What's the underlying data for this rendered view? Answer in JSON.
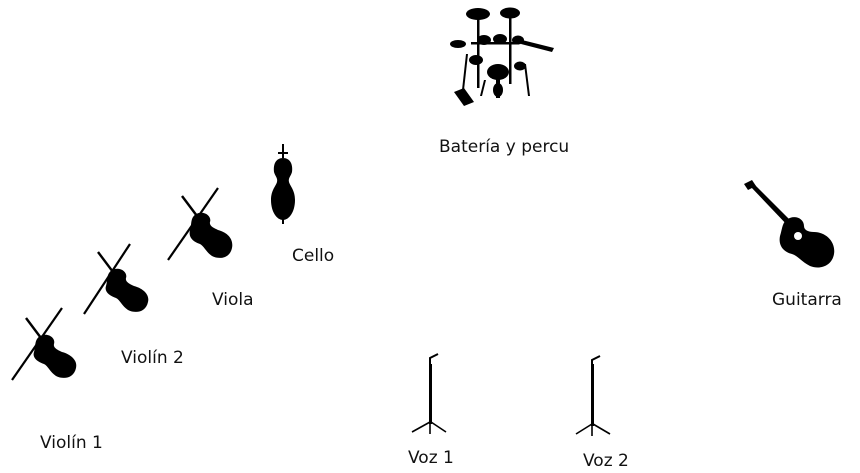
{
  "stage_plot": {
    "instruments": [
      {
        "id": "drums",
        "label": "Batería y percu",
        "icon": "drum-kit-icon"
      },
      {
        "id": "cello",
        "label": "Cello",
        "icon": "cello-icon"
      },
      {
        "id": "viola",
        "label": "Viola",
        "icon": "viola-icon"
      },
      {
        "id": "violin2",
        "label": "Violín 2",
        "icon": "violin-icon"
      },
      {
        "id": "violin1",
        "label": "Violín 1",
        "icon": "violin-icon"
      },
      {
        "id": "guitar",
        "label": "Guitarra",
        "icon": "acoustic-guitar-icon"
      },
      {
        "id": "voz1",
        "label": "Voz 1",
        "icon": "mic-stand-icon"
      },
      {
        "id": "voz2",
        "label": "Voz 2",
        "icon": "mic-stand-icon"
      }
    ],
    "colors": {
      "ink": "#000000",
      "text": "#111111",
      "background": "#ffffff"
    }
  }
}
